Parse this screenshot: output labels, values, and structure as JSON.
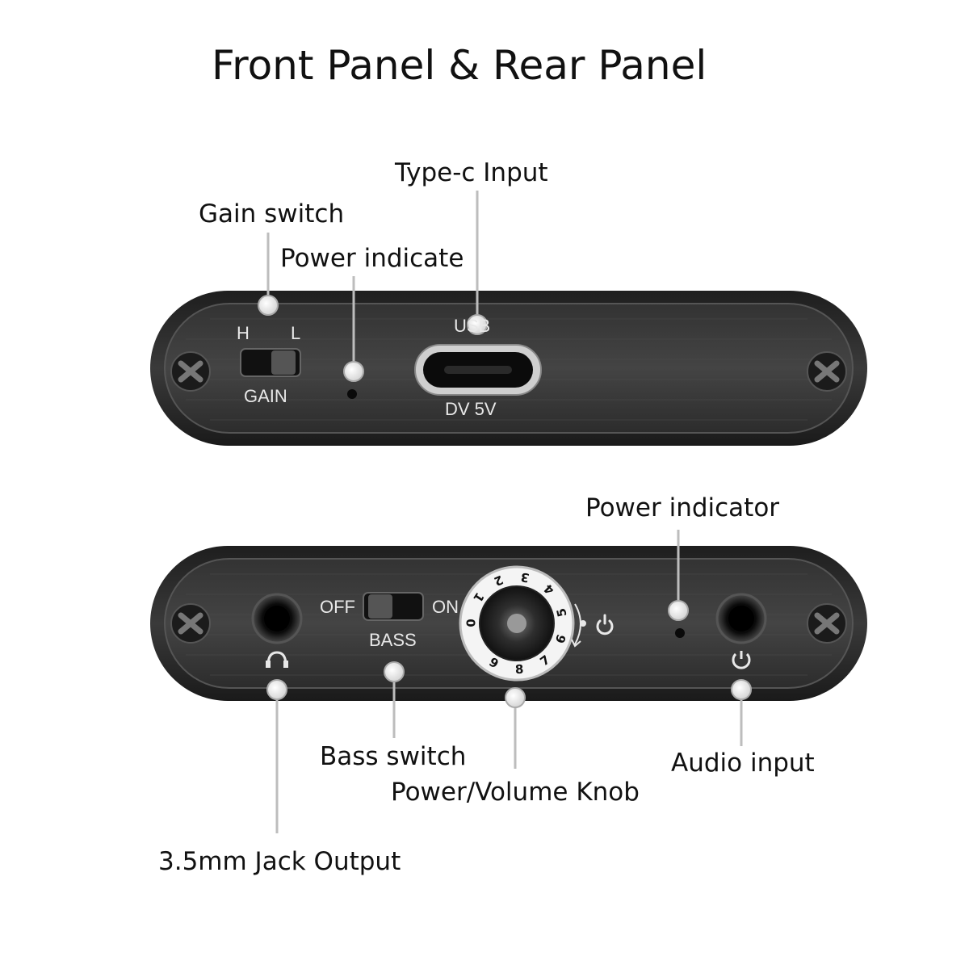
{
  "title": "Front Panel & Rear Panel",
  "front_panel": {
    "callouts": {
      "gain_switch": "Gain switch",
      "power_indicate": "Power indicate",
      "type_c_input": "Type-c Input"
    },
    "print": {
      "h": "H",
      "l": "L",
      "gain": "GAIN",
      "usb": "USB",
      "dv": "DV 5V"
    }
  },
  "rear_panel": {
    "callouts": {
      "power_indicator": "Power indicator",
      "jack_output": "3.5mm Jack Output",
      "bass_switch": "Bass switch",
      "volume_knob": "Power/Volume Knob",
      "audio_input": "Audio input"
    },
    "print": {
      "off": "OFF",
      "on": "ON",
      "bass": "BASS"
    },
    "knob_numbers": [
      "0",
      "1",
      "2",
      "3",
      "4",
      "5",
      "6",
      "7",
      "8",
      "9"
    ]
  },
  "colors": {
    "panel_body": "#2e2e2e",
    "panel_face": "#3c3c3c",
    "callout_line": "#bdbdbd",
    "print": "#e8e8e8"
  }
}
